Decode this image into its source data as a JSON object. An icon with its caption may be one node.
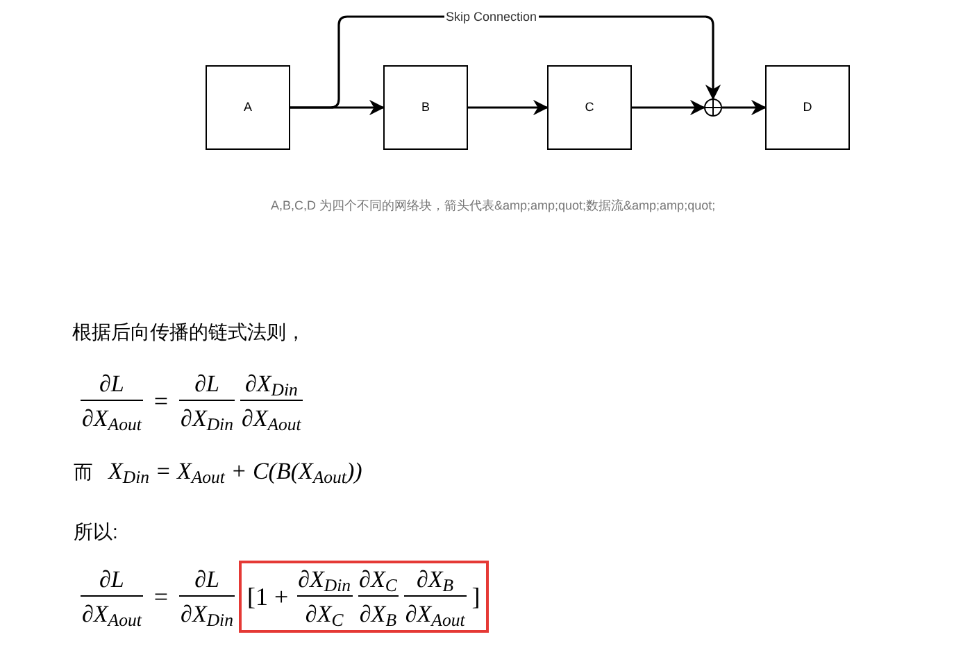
{
  "diagram": {
    "caption": "A,B,C,D 为四个不同的网络块，箭头代表&amp;amp;quot;数据流&amp;amp;quot;",
    "nodes": [
      {
        "text": [
          "A"
        ]
      },
      {
        "text": [
          "B"
        ]
      },
      {
        "text": [
          "C"
        ]
      },
      {
        "text": [],
        "shape": "circle"
      },
      {
        "text": [
          "D"
        ]
      },
      {
        "text": [
          "[1 +",
          "∂X$_{Din}$",
          "∂X$_{C}$",
          "∂X$_{C}$",
          "∂X$_{B}$",
          "∂X$_{B}$",
          "∂X$_{Aout}$",
          "]"
        ]
      }
    ],
    "edges": [
      {
        "from": 0,
        "to": 1,
        "arrow": "to"
      },
      {
        "from": 1,
        "to": 2,
        "arrow": "to"
      },
      {
        "from": 2,
        "to": 3,
        "arrow": "to"
      },
      {
        "from": 3,
        "to": 4,
        "arrow": "to"
      },
      {
        "from": 0,
        "to": 3,
        "arrow": "to",
        "label": "Skip Connection"
      }
    ],
    "labels": [
      "根据后向传播的链式法则，",
      "∂L",
      "∂X$_{Aout}$",
      "=",
      "∂L",
      "∂X$_{Din}$",
      "∂X$_{Din}$",
      "∂X$_{Aout}$",
      "而",
      "X$_{Din}$ = X$_{Aout}$ + C(B(X$_{Aout}$))",
      "所以:",
      "∂L",
      "∂X$_{Aout}$",
      "=",
      "∂L",
      "∂X$_{Din}$"
    ]
  }
}
